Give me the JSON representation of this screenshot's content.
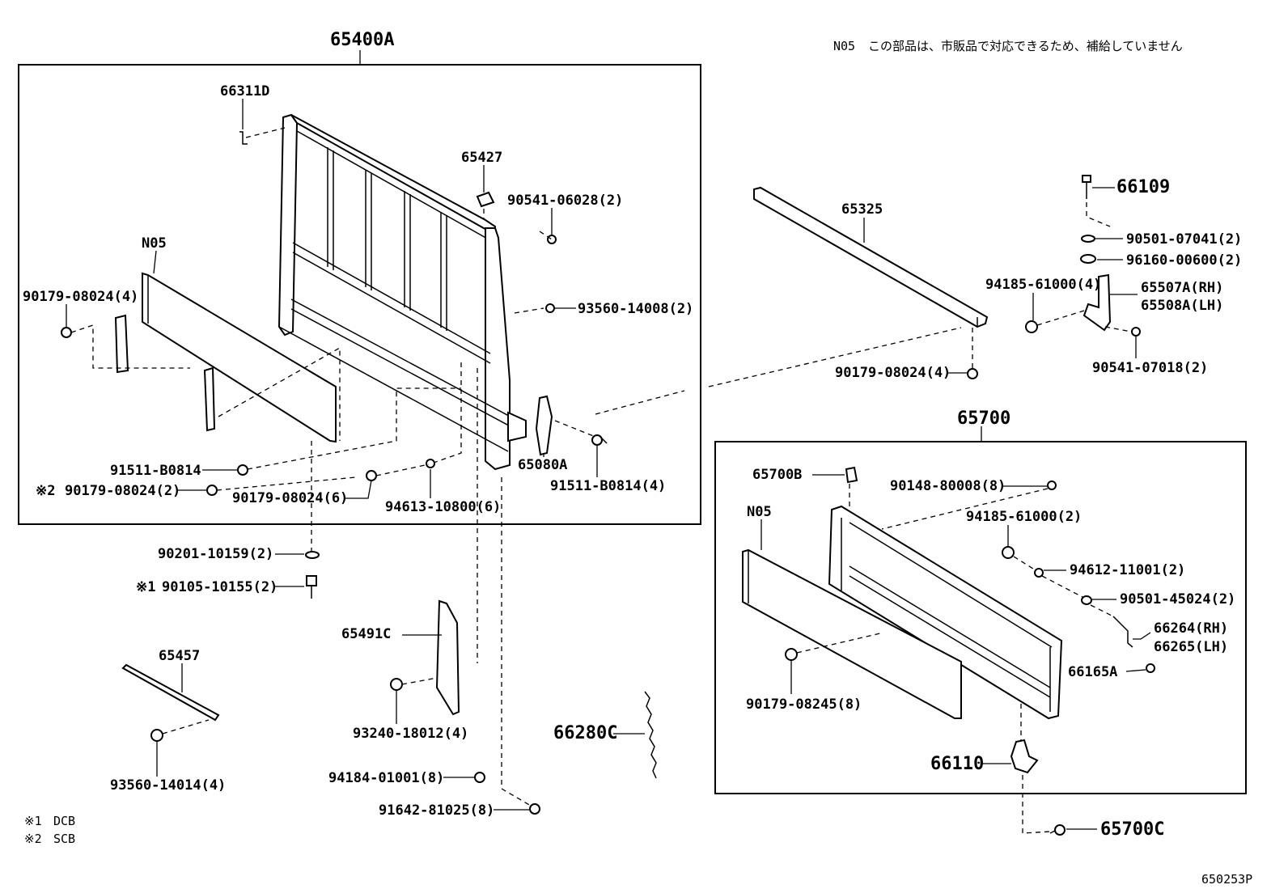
{
  "note": {
    "code": "N05",
    "text": "この部品は、市販品で対応できるため、補給していません"
  },
  "footnotes": [
    {
      "mark": "※1",
      "text": "DCB"
    },
    {
      "mark": "※2",
      "text": "SCB"
    }
  ],
  "figure_code": "650253P",
  "groups": {
    "front_panel": "65400A",
    "tailgate": "65700"
  },
  "labels": {
    "p66311D": "66311D",
    "p65427": "65427",
    "p90541_06028": "90541-06028(2)",
    "pN05_front": "N05",
    "p90179_08024_4": "90179-08024(4)",
    "p93560_14008": "93560-14008(2)",
    "p65080A": "65080A",
    "p91511_B0814_4": "91511-B0814(4)",
    "p91511_B0814": "91511-B0814",
    "p90179_08024_2": "90179-08024(2)",
    "p90179_08024_6": "90179-08024(6)",
    "p94613_10800": "94613-10800(6)",
    "p90201_10159": "90201-10159(2)",
    "p90105_10155": "90105-10155(2)",
    "p65491C": "65491C",
    "p93240_18012": "93240-18012(4)",
    "p65457": "65457",
    "p93560_14014": "93560-14014(4)",
    "p94184_01001": "94184-01001(8)",
    "p91642_81025": "91642-81025(8)",
    "p66280C": "66280C",
    "p65325": "65325",
    "p90179_08024_4b": "90179-08024(4)",
    "p66109": "66109",
    "p90501_07041": "90501-07041(2)",
    "p96160_00600": "96160-00600(2)",
    "p94185_61000_4": "94185-61000(4)",
    "p65507A": "65507A(RH)",
    "p65508A": "65508A(LH)",
    "p90541_07018": "90541-07018(2)",
    "p65700B": "65700B",
    "p90148_80008": "90148-80008(8)",
    "pN05_tail": "N05",
    "p94185_61000_2": "94185-61000(2)",
    "p94612_11001": "94612-11001(2)",
    "p90501_45024": "90501-45024(2)",
    "p66264": "66264(RH)",
    "p66265": "66265(LH)",
    "p66165A": "66165A",
    "p90179_08245": "90179-08245(8)",
    "p66110": "66110",
    "p65700C": "65700C"
  },
  "marks": {
    "ref1": "※1",
    "ref2": "※2"
  }
}
